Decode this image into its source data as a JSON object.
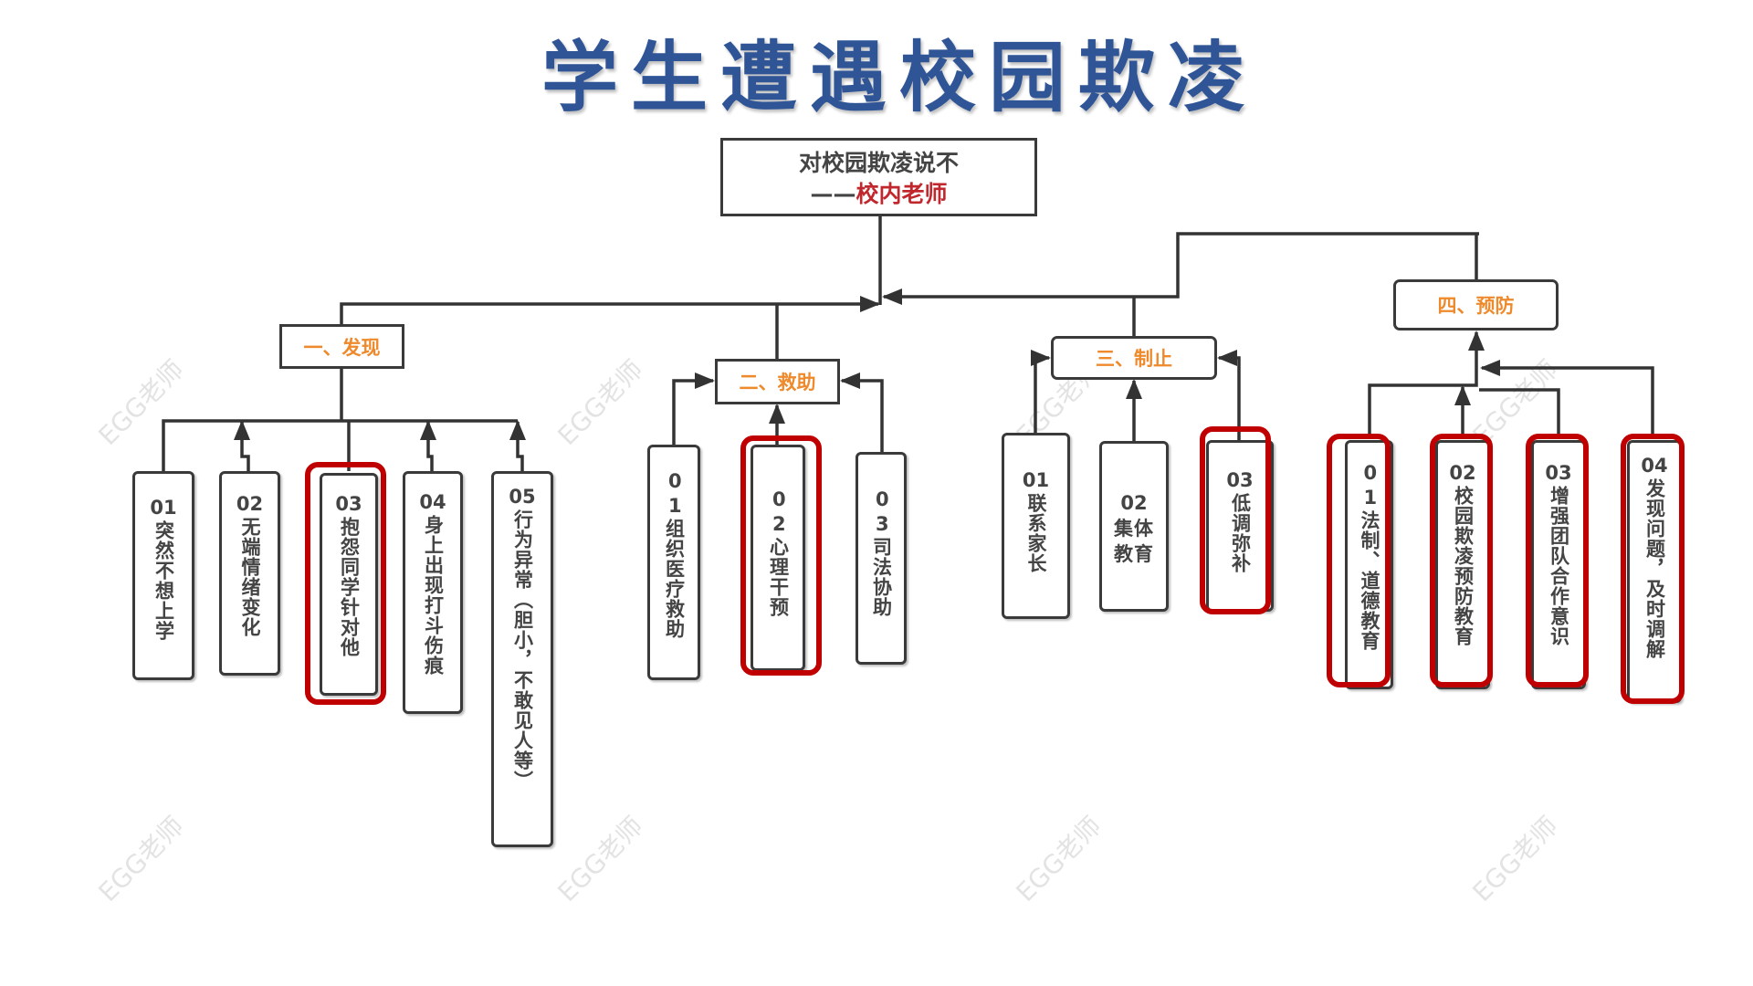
{
  "title": "学生遭遇校园欺凌",
  "watermark": "EGG老师",
  "root": {
    "line1": "对校园欺凌说不",
    "dash": "——",
    "line2": "校内老师"
  },
  "colors": {
    "title": "#2f5597",
    "category_text": "#ee8a2c",
    "highlight": "#c00000",
    "root_accent": "#c0282d"
  },
  "sections": [
    {
      "label": "一、发现",
      "items": [
        {
          "num": "01",
          "text": "突然不想上学",
          "highlighted": false
        },
        {
          "num": "02",
          "text": "无端情绪变化",
          "highlighted": false
        },
        {
          "num": "03",
          "text": "抱怨同学针对他",
          "highlighted": true
        },
        {
          "num": "04",
          "text": "身上出现打斗伤痕",
          "highlighted": false
        },
        {
          "num": "05",
          "text": "行为异常（胆小，不敢见人等）",
          "highlighted": false
        }
      ]
    },
    {
      "label": "二、救助",
      "items": [
        {
          "num": "01",
          "text": "组织医疗救助",
          "highlighted": false
        },
        {
          "num": "02",
          "text": "心理干预",
          "highlighted": true
        },
        {
          "num": "03",
          "text": "司法协助",
          "highlighted": false
        }
      ]
    },
    {
      "label": "三、制止",
      "items": [
        {
          "num": "01",
          "text": "联系家长",
          "highlighted": false
        },
        {
          "num": "02",
          "text": "集体教育",
          "highlighted": false
        },
        {
          "num": "03",
          "text": "低调弥补",
          "highlighted": true
        }
      ]
    },
    {
      "label": "四、预防",
      "items": [
        {
          "num": "01",
          "text": "法制、道德教育",
          "highlighted": true
        },
        {
          "num": "02",
          "text": "校园欺凌预防教育",
          "highlighted": true
        },
        {
          "num": "03",
          "text": "增强团队合作意识",
          "highlighted": true
        },
        {
          "num": "04",
          "text": "发现问题，及时调解",
          "highlighted": true
        }
      ]
    }
  ]
}
